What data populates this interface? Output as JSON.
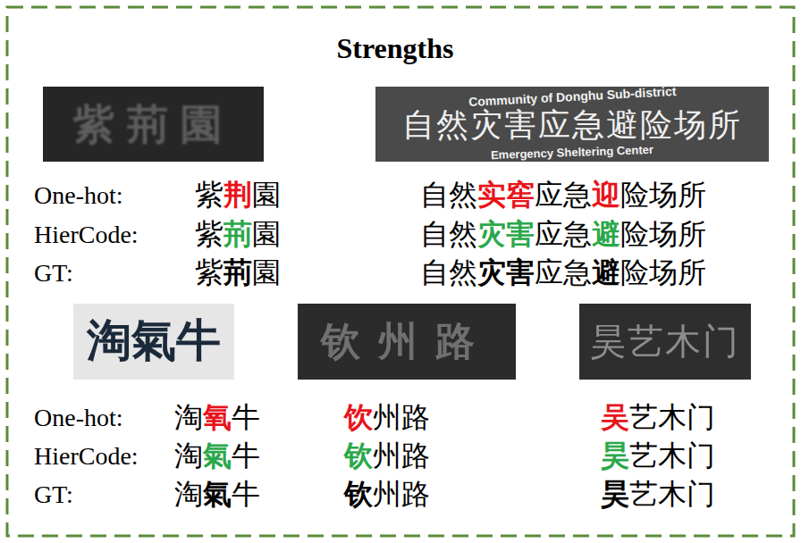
{
  "diagram": {
    "nodes": [
      {
        "text": [
          "Strengths"
        ]
      }
    ],
    "labels": [
      "紫荊園",
      "Community of Donghu Sub-district",
      "自然灾害应急避险场所",
      "Emergency Sheltering Center",
      "One-hot:",
      "HierCode:",
      "GT:",
      "紫",
      "荆",
      "園",
      "紫",
      "荊",
      "園",
      "紫",
      "荊",
      "園",
      "自然",
      "实窖",
      "应急",
      "迎",
      "险场所",
      "自然",
      "灾害",
      "应急",
      "避",
      "险场所",
      "自然",
      "灾害",
      "应急",
      "避",
      "险场所",
      "淘氣牛",
      "钦州路",
      "昊艺木门",
      "One-hot:",
      "HierCode:",
      "GT:",
      "淘",
      "氧",
      "牛",
      "淘",
      "氣",
      "牛",
      "淘",
      "氣",
      "牛",
      "饮",
      "州路",
      "钦",
      "州路",
      "钦",
      "州路",
      "吴",
      "艺木门",
      "昊",
      "艺木门",
      "昊",
      "艺木门"
    ]
  }
}
